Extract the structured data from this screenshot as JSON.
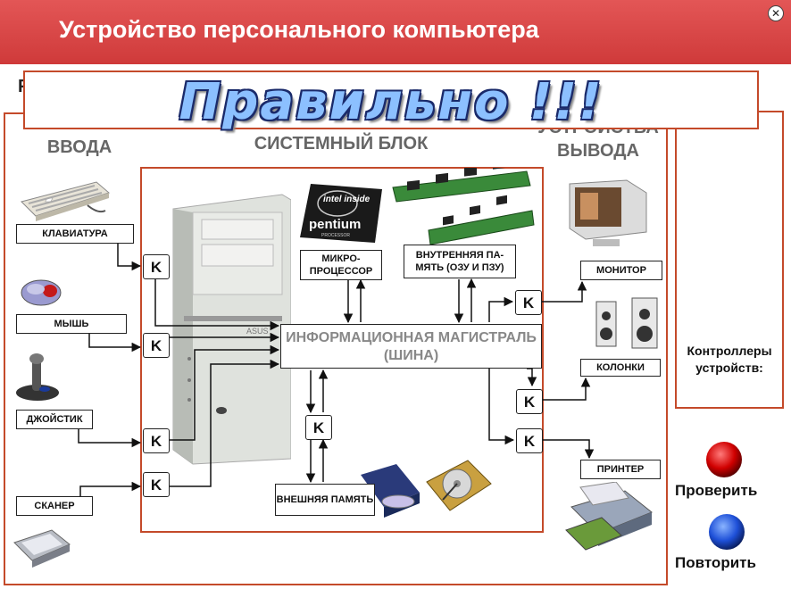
{
  "window": {
    "title": "Устройство персонального компьютера",
    "close_glyph": "✕"
  },
  "banner": {
    "text": "Правильно !!!"
  },
  "partial": {
    "r_letter": "Р",
    "u_letter": "У"
  },
  "headings": {
    "input": "ВВОДА",
    "system_block": "СИСТЕМНЫЙ БЛОК",
    "output_top": "УСТРОЙСТВА",
    "output": "ВЫВОДА"
  },
  "input_devices": {
    "keyboard": "КЛАВИАТУРА",
    "mouse": "МЫШЬ",
    "joystick": "ДЖОЙСТИК",
    "scanner": "СКАНЕР"
  },
  "system": {
    "cpu": "МИКРО-ПРОЦЕССОР",
    "ram": "ВНУТРЕННЯЯ ПА-МЯТЬ (ОЗУ И ПЗУ)",
    "bus": "ИНФОРМАЦИОННАЯ МАГИСТРАЛЬ (ШИНА)",
    "storage": "ВНЕШНЯЯ ПАМЯТЬ",
    "case_brand": "ASUS",
    "cpu_chip_top": "intel inside",
    "cpu_chip_brand": "pentium",
    "cpu_chip_sub": "PROCESSOR"
  },
  "output_devices": {
    "monitor": "МОНИТОР",
    "speakers": "КОЛОНКИ",
    "printer": "ПРИНТЕР"
  },
  "controller": {
    "letter": "K"
  },
  "controllers_panel": {
    "label": "Контроллеры устройств:"
  },
  "buttons": {
    "check": "Проверить",
    "repeat": "Повторить"
  },
  "colors": {
    "frame": "#c44a2a",
    "title_bar": "#d94444",
    "banner_fill": "#8cc0ff",
    "banner_outline": "#1a2a6a"
  }
}
